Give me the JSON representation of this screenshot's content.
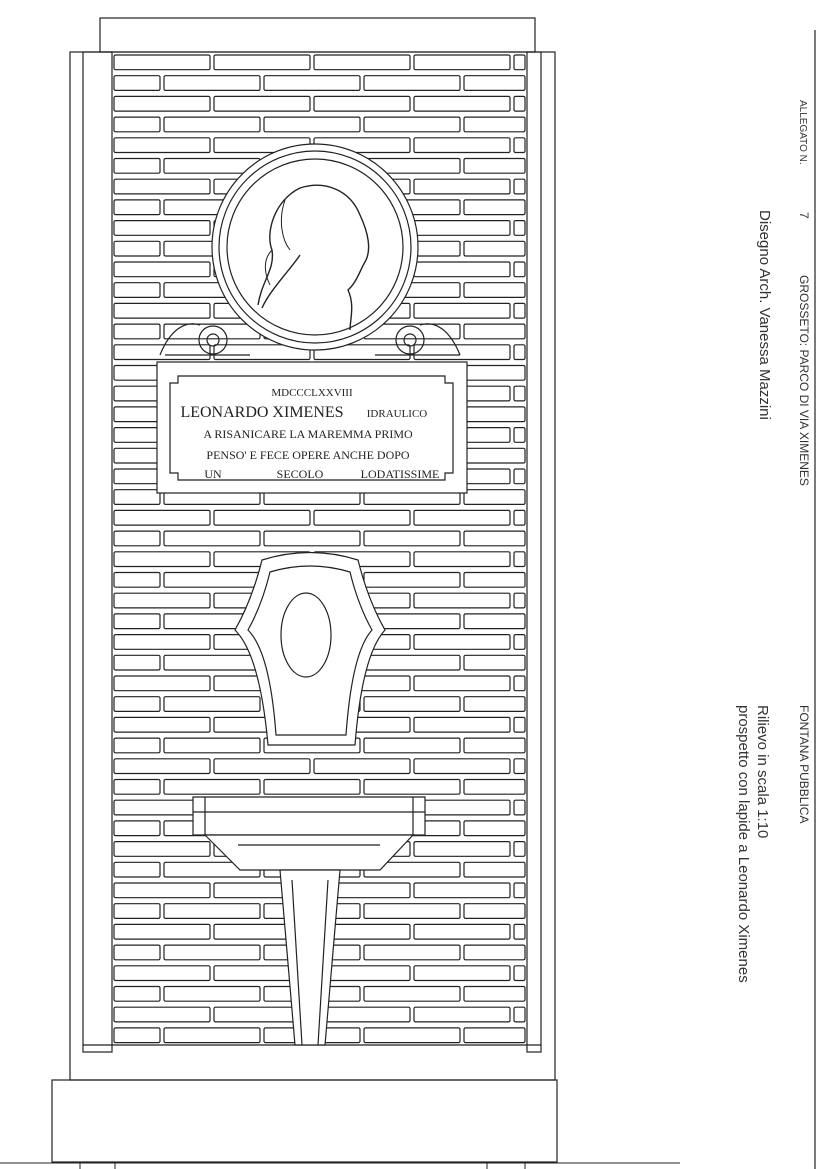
{
  "sheet": {
    "allegato_label": "ALLEGATO N.",
    "allegato_number": "7",
    "location": "GROSSETO: PARCO DI VIA XIMENES",
    "subject": "FONTANA PUBBLICA",
    "author": "Disegno Arch. Vanessa Mazzini",
    "scale": "Rilievo in scala 1:10",
    "description": "prospetto con lapide a Leonardo Ximenes"
  },
  "plaque": {
    "year": "MDCCCLXXVIII",
    "name": "LEONARDO XIMENES",
    "title": "IDRAULICO",
    "line2": "A RISANICARE LA MAREMMA PRIMO",
    "line3": "PENSO' E FECE OPERE ANCHE DOPO",
    "line4_a": "UN",
    "line4_b": "SECOLO",
    "line4_c": "LODATISSIME"
  }
}
